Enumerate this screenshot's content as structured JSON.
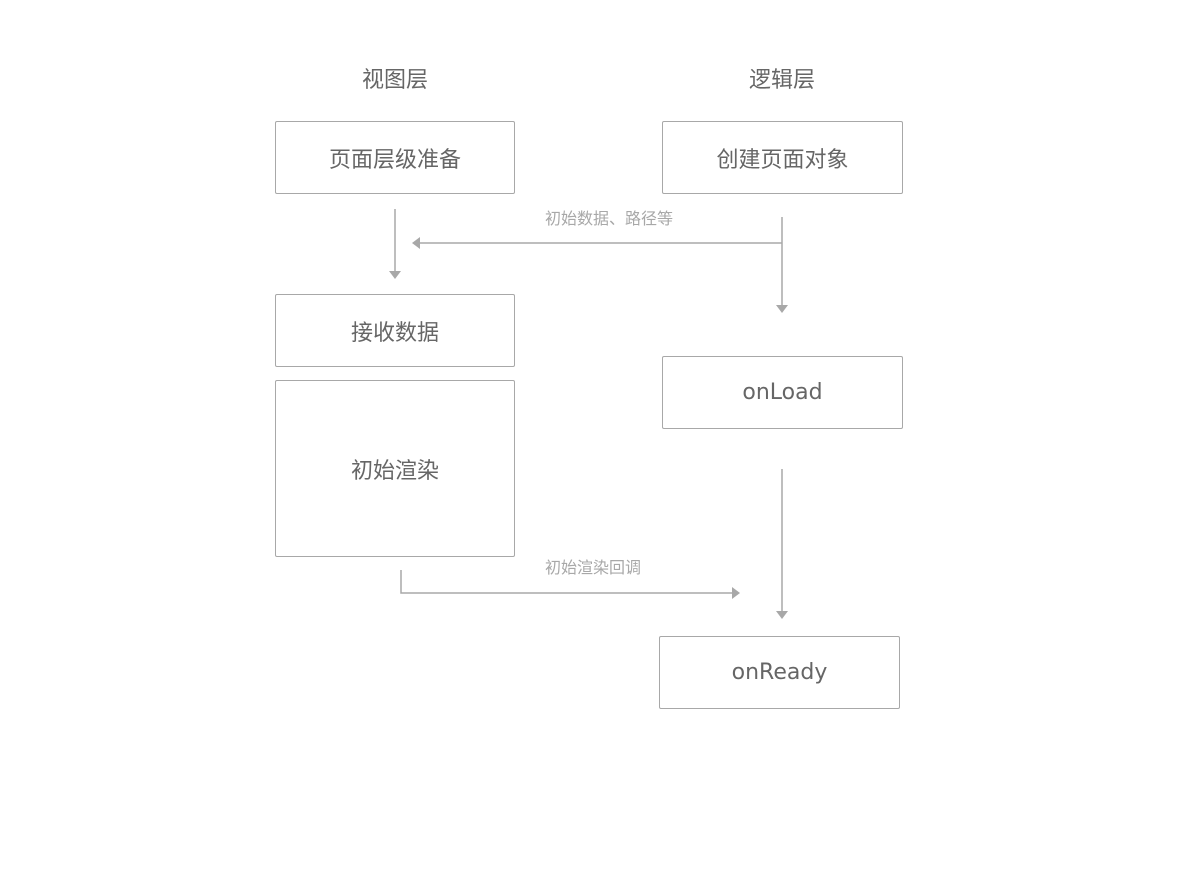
{
  "columns": {
    "view": "视图层",
    "logic": "逻辑层"
  },
  "nodes": {
    "page_level_prepare": "页面层级准备",
    "receive_data": "接收数据",
    "initial_render": "初始渲染",
    "create_page_object": "创建页面对象",
    "on_load": "onLoad",
    "on_ready": "onReady"
  },
  "edges": {
    "initial_data_path": "初始数据、路径等",
    "initial_render_callback": "初始渲染回调"
  }
}
